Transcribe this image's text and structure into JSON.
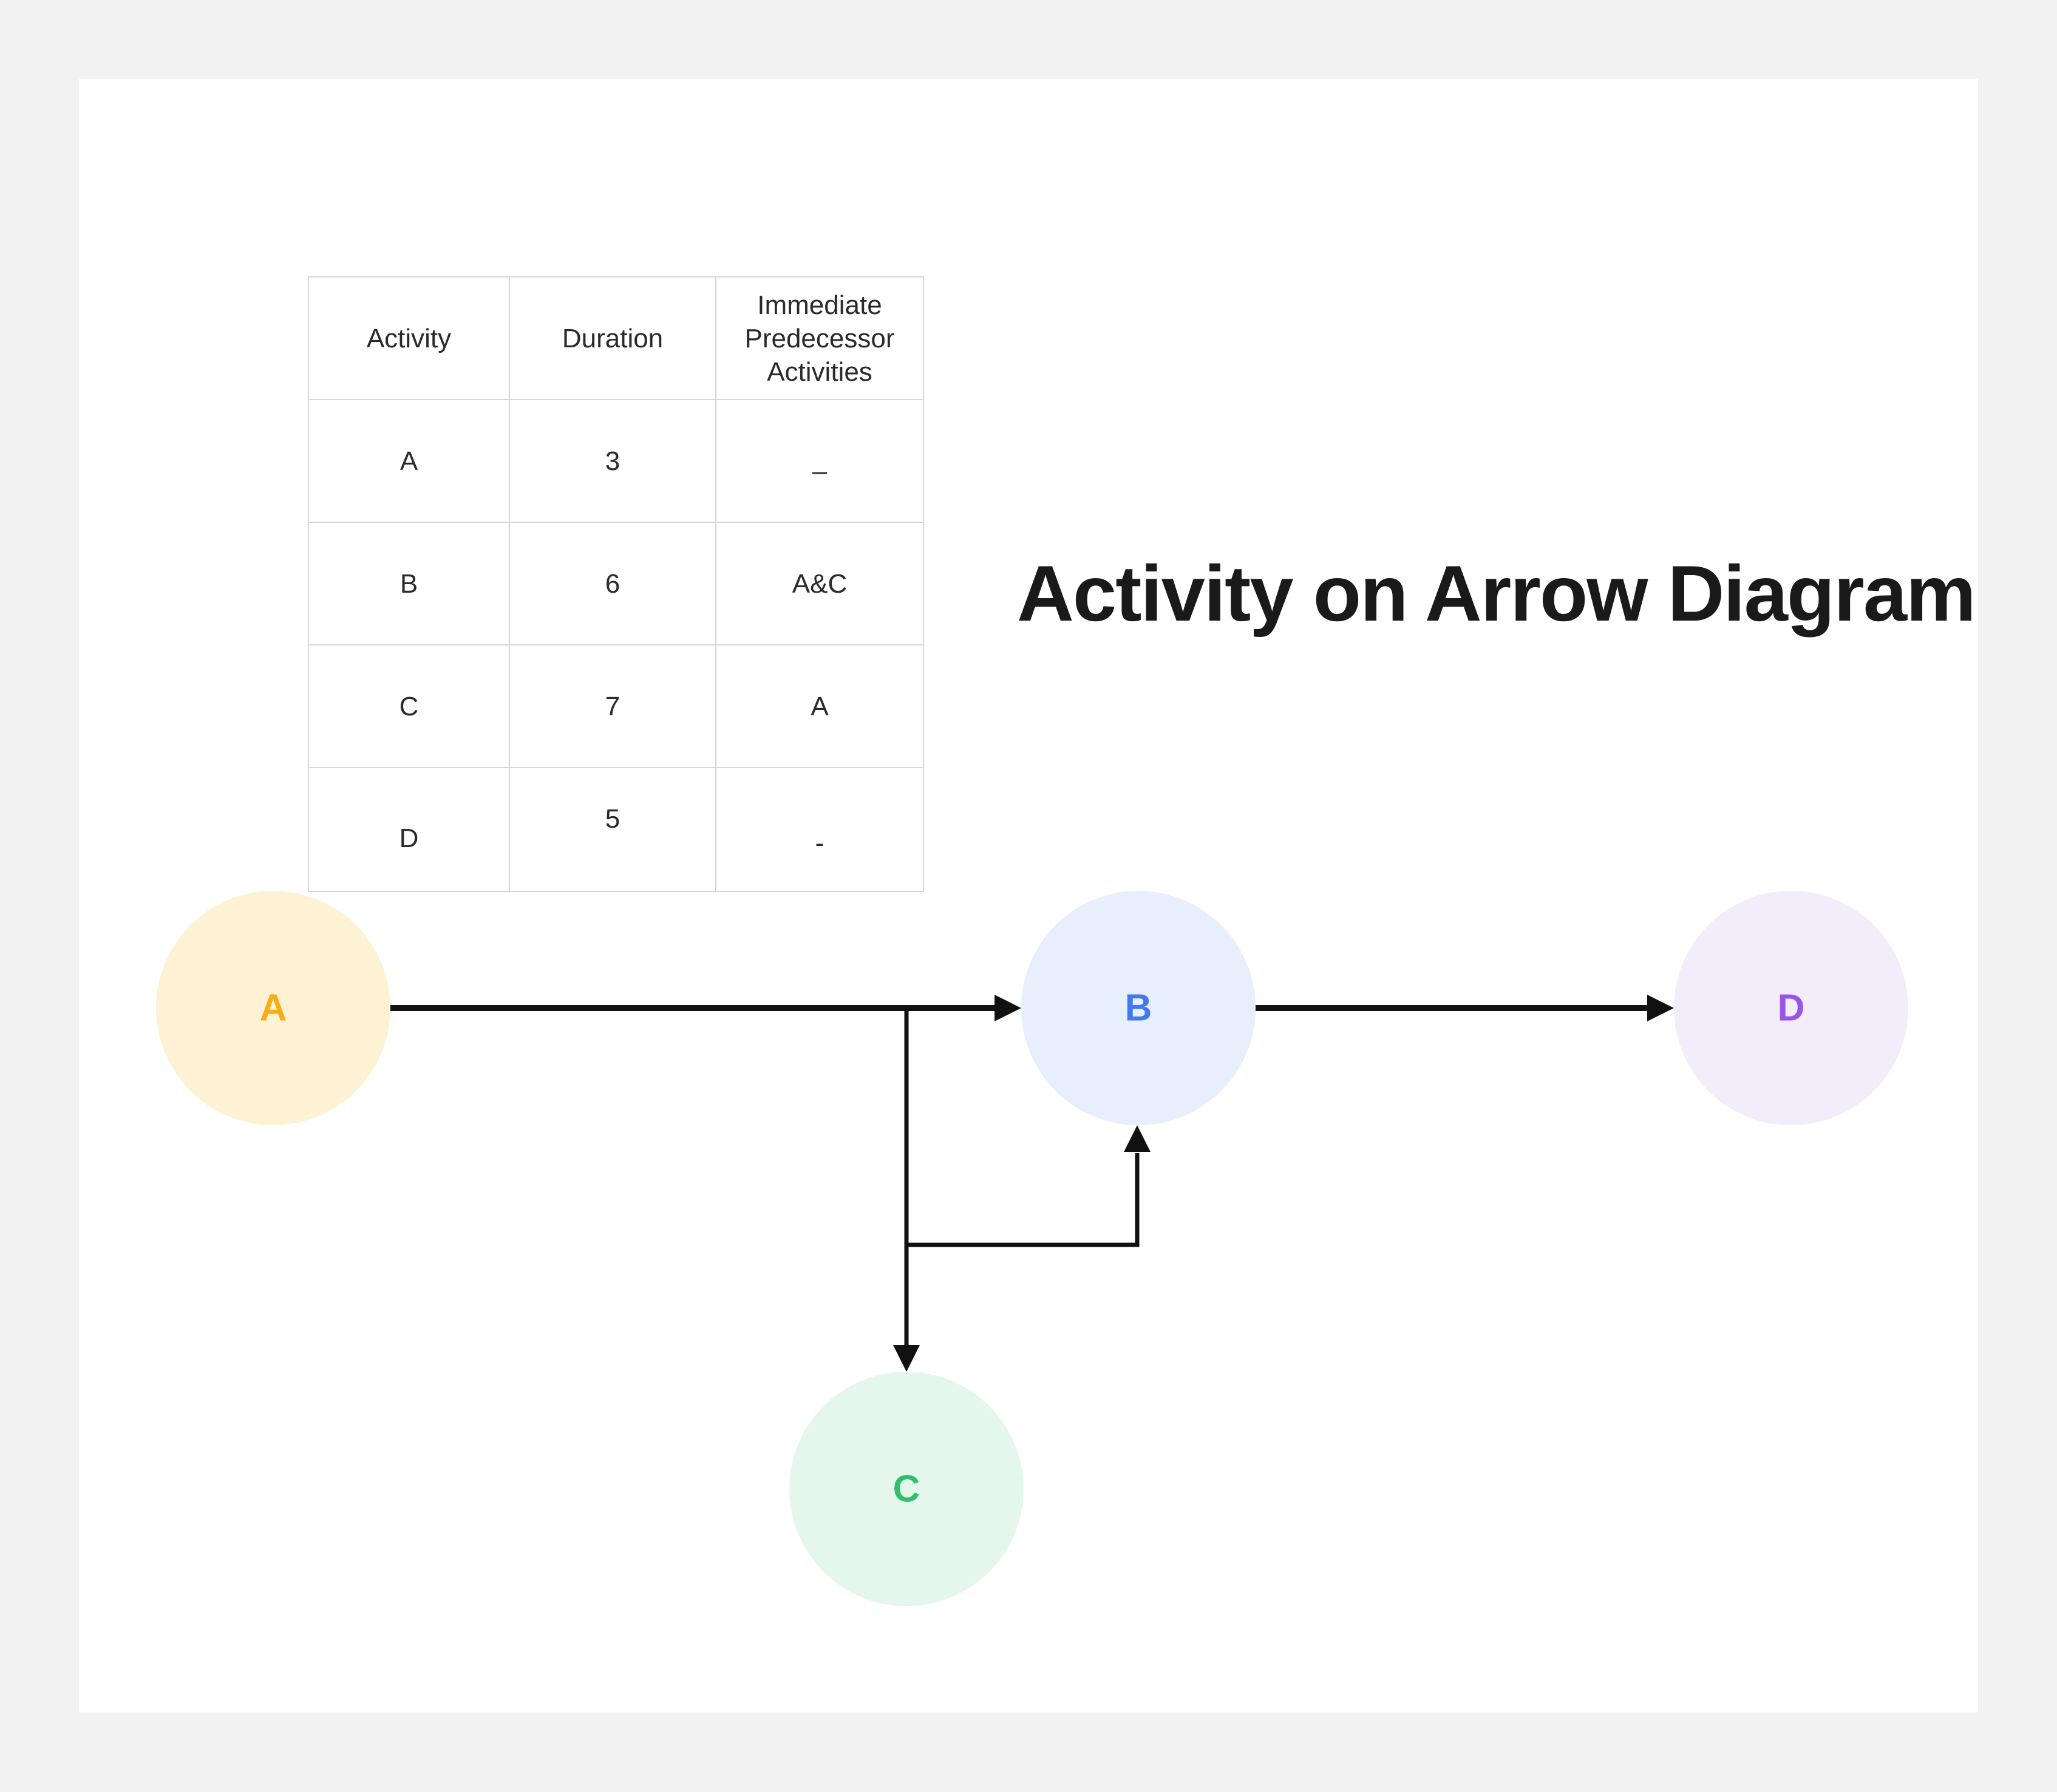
{
  "page": {
    "background_color": "#F2F2F2",
    "card_color": "#FFFFFF",
    "table_border_color": "#D6D6D6"
  },
  "title": "Activity on Arrow Diagram",
  "table": {
    "headers": [
      "Activity",
      "Duration",
      "Immediate Predecessor Activities"
    ],
    "rows": [
      {
        "activity": "A",
        "duration": "3",
        "predecessors": "–"
      },
      {
        "activity": "B",
        "duration": "6",
        "predecessors": "A&C"
      },
      {
        "activity": "C",
        "duration": "7",
        "predecessors": "A"
      },
      {
        "activity": "D",
        "duration": "5",
        "predecessors": "-"
      }
    ]
  },
  "diagram": {
    "edge_color": "#111111",
    "nodes": [
      {
        "label": "A",
        "fill": "#FDF2D3",
        "label_color": "#FAAC15"
      },
      {
        "label": "B",
        "fill": "#E7EEFC",
        "label_color": "#4478F0"
      },
      {
        "label": "C",
        "fill": "#E5F7EC",
        "label_color": "#30BF6A"
      },
      {
        "label": "D",
        "fill": "#F3ECFA",
        "label_color": "#9B55E6"
      }
    ],
    "edges": [
      {
        "from": "A",
        "to": "B"
      },
      {
        "from": "A-B junction",
        "to": "C"
      },
      {
        "from": "A-B junction",
        "to": "B"
      },
      {
        "from": "B",
        "to": "D"
      }
    ]
  }
}
